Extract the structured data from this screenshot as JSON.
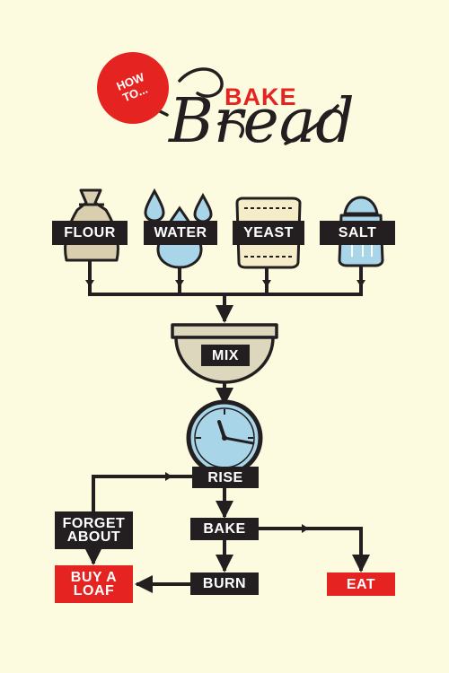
{
  "title": {
    "badge": "HOW\nTO...",
    "line1": "BAKE",
    "line2": "Bread"
  },
  "ingredients": [
    {
      "label": "FLOUR",
      "icon": "flour-sack-icon"
    },
    {
      "label": "WATER",
      "icon": "water-drops-icon"
    },
    {
      "label": "YEAST",
      "icon": "yeast-packet-icon"
    },
    {
      "label": "SALT",
      "icon": "salt-shaker-icon"
    }
  ],
  "steps": {
    "mix": "MIX",
    "rise": "RISE",
    "bake": "BAKE",
    "burn": "BURN",
    "forget": "FORGET\nABOUT",
    "buy": "BUY A\nLOAF",
    "eat": "EAT"
  },
  "colors": {
    "background": "#fdfbdf",
    "ink": "#231f20",
    "accent": "#e52421",
    "water_blue": "#a8d5e8",
    "sack_tan": "#d9cfae",
    "bowl": "#ddd7bd"
  }
}
